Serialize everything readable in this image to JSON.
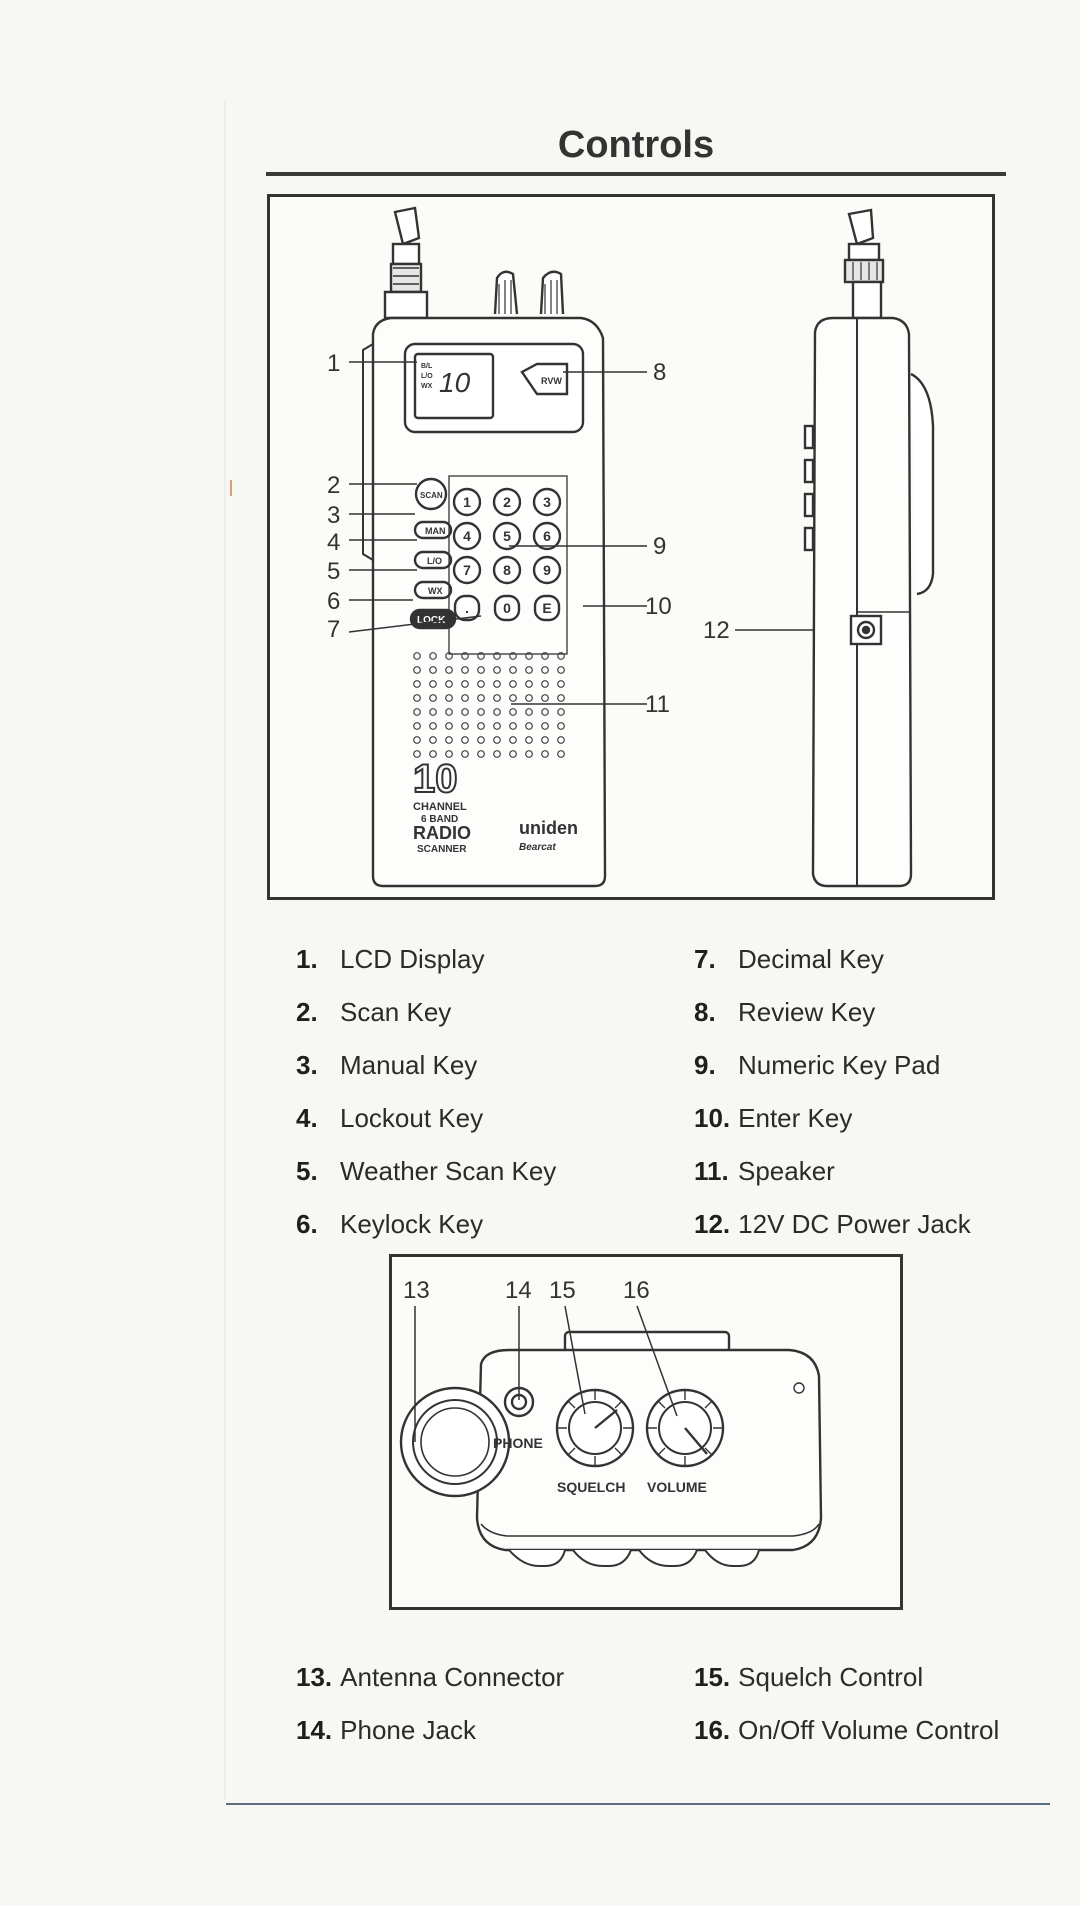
{
  "page": {
    "title": "Controls"
  },
  "figure_top": {
    "lcd_small": [
      "B/L",
      "L/O",
      "WX"
    ],
    "lcd_digits": "10",
    "review_key": "RVW",
    "scan_key": "SCAN",
    "manual_key": "MAN",
    "lockout_key": "L/O",
    "wx_key": "WX",
    "lock_key": "LOCK",
    "numeric_keys": [
      "1",
      "2",
      "3",
      "4",
      "5",
      "6",
      "7",
      "8",
      "9"
    ],
    "decimal_key": ".",
    "zero_key": "0",
    "enter_key": "E",
    "brand_number": "10",
    "brand_lines": [
      "CHANNEL",
      "6 BAND",
      "RADIO",
      "SCANNER"
    ],
    "maker": "uniden",
    "sub_brand": "Bearcat",
    "callouts": [
      "1",
      "2",
      "3",
      "4",
      "5",
      "6",
      "7",
      "8",
      "9",
      "10",
      "11",
      "12"
    ]
  },
  "legend_top": [
    {
      "num": "1.",
      "label": "LCD Display"
    },
    {
      "num": "2.",
      "label": "Scan Key"
    },
    {
      "num": "3.",
      "label": "Manual Key"
    },
    {
      "num": "4.",
      "label": "Lockout Key"
    },
    {
      "num": "5.",
      "label": "Weather Scan Key"
    },
    {
      "num": "6.",
      "label": "Keylock Key"
    },
    {
      "num": "7.",
      "label": "Decimal Key"
    },
    {
      "num": "8.",
      "label": "Review Key"
    },
    {
      "num": "9.",
      "label": "Numeric Key Pad"
    },
    {
      "num": "10.",
      "label": "Enter Key"
    },
    {
      "num": "11.",
      "label": "Speaker"
    },
    {
      "num": "12.",
      "label": "12V DC Power Jack"
    }
  ],
  "figure_bottom": {
    "callouts": [
      "13",
      "14",
      "15",
      "16"
    ],
    "phone_label": "PHONE",
    "squelch_label": "SQUELCH",
    "volume_label": "VOLUME"
  },
  "legend_bottom": [
    {
      "num": "13.",
      "label": "Antenna Connector"
    },
    {
      "num": "14.",
      "label": "Phone Jack"
    },
    {
      "num": "15.",
      "label": "Squelch Control"
    },
    {
      "num": "16.",
      "label": "On/Off Volume Control"
    }
  ]
}
